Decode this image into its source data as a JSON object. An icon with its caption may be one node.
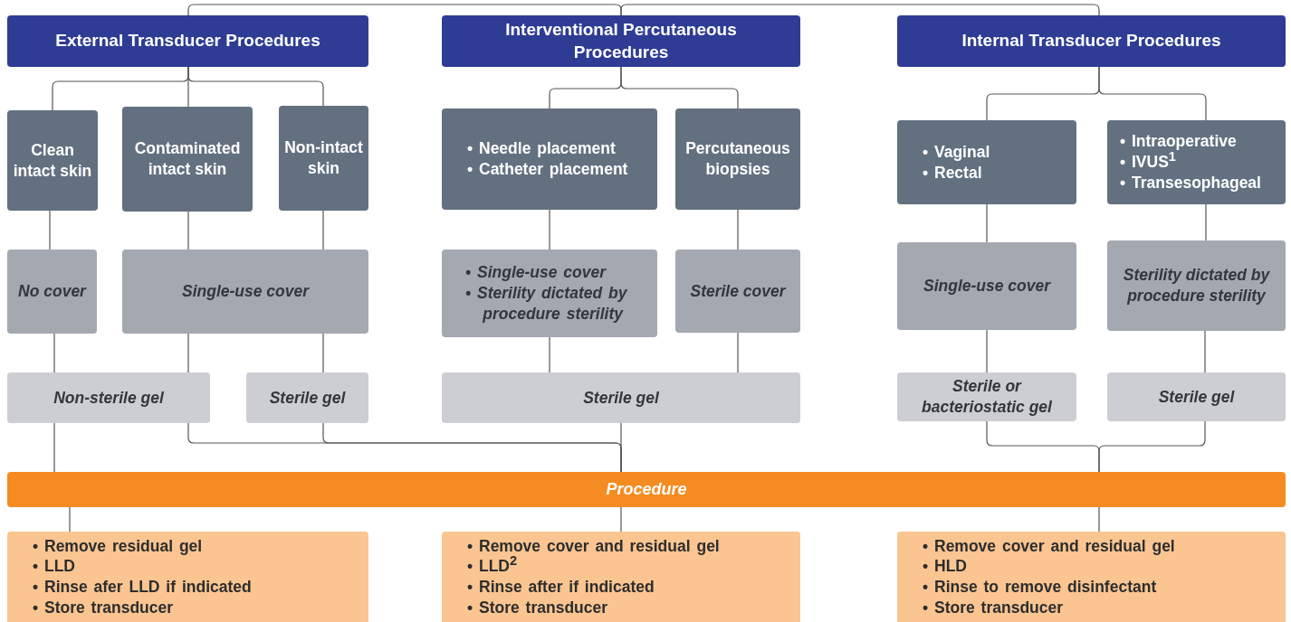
{
  "diagram": {
    "nodes": [
      {
        "text": [
          "External Transducer Procedures"
        ]
      },
      {
        "text": [
          "Interventional Percutaneous Procedures"
        ]
      },
      {
        "text": [
          "Internal Transducer Procedures"
        ]
      },
      {
        "text": [
          "Clean intact skin"
        ]
      },
      {
        "text": [
          "Contaminated intact skin"
        ]
      },
      {
        "text": [
          "Non-intact skin"
        ]
      },
      {
        "text": [
          "• Needle placement",
          "• Catheter placement"
        ]
      },
      {
        "text": [
          "Percutaneous biopsies"
        ]
      },
      {
        "text": [
          "• Vaginal",
          "• Rectal"
        ]
      },
      {
        "text": [
          "• Intraoperative",
          "• IVUS$^{1}$",
          "• Transesophageal"
        ]
      },
      {
        "text": [
          "No cover"
        ]
      },
      {
        "text": [
          "Single-use cover"
        ]
      },
      {
        "text": [
          "• Single-use cover",
          "• Sterility dictated by procedure sterility"
        ]
      },
      {
        "text": [
          "Sterile cover"
        ]
      },
      {
        "text": [
          "Single-use cover"
        ]
      },
      {
        "text": [
          "Sterility dictated by procedure sterility"
        ]
      },
      {
        "text": [
          "Non-sterile gel"
        ]
      },
      {
        "text": [
          "Sterile gel"
        ]
      },
      {
        "text": [
          "Sterile gel"
        ]
      },
      {
        "text": [
          "Sterile or bacteriostatic gel"
        ]
      },
      {
        "text": [
          "Sterile gel"
        ]
      },
      {
        "text": [
          "Procedure"
        ]
      },
      {
        "text": [
          "• Remove residual gel",
          "• LLD",
          "• Rinse afer LLD if indicated",
          "• Store transducer"
        ]
      },
      {
        "text": [
          "• Remove cover and residual gel",
          "• LLD$^{2}$",
          "• Rinse after if indicated",
          "• Store transducer"
        ]
      },
      {
        "text": [
          "• Remove cover and residual gel",
          "• HLD",
          "• Rinse to remove disinfectant",
          "• Store transducer"
        ]
      }
    ],
    "edges": [
      {
        "from": 1,
        "to": 0,
        "arrow": "none"
      },
      {
        "from": 1,
        "to": 2,
        "arrow": "none"
      },
      {
        "from": 0,
        "to": 3,
        "arrow": "none"
      },
      {
        "from": 0,
        "to": 4,
        "arrow": "none"
      },
      {
        "from": 0,
        "to": 5,
        "arrow": "none"
      },
      {
        "from": 1,
        "to": 6,
        "arrow": "none"
      },
      {
        "from": 1,
        "to": 7,
        "arrow": "none"
      },
      {
        "from": 2,
        "to": 8,
        "arrow": "none"
      },
      {
        "from": 2,
        "to": 9,
        "arrow": "none"
      },
      {
        "from": 3,
        "to": 10,
        "arrow": "none"
      },
      {
        "from": 4,
        "to": 11,
        "arrow": "none"
      },
      {
        "from": 5,
        "to": 11,
        "arrow": "none"
      },
      {
        "from": 6,
        "to": 12,
        "arrow": "none"
      },
      {
        "from": 7,
        "to": 13,
        "arrow": "none"
      },
      {
        "from": 8,
        "to": 14,
        "arrow": "none"
      },
      {
        "from": 9,
        "to": 15,
        "arrow": "none"
      },
      {
        "from": 10,
        "to": 16,
        "arrow": "none"
      },
      {
        "from": 11,
        "to": 16,
        "arrow": "none"
      },
      {
        "from": 11,
        "to": 17,
        "arrow": "none"
      },
      {
        "from": 12,
        "to": 18,
        "arrow": "none"
      },
      {
        "from": 13,
        "to": 18,
        "arrow": "none"
      },
      {
        "from": 14,
        "to": 19,
        "arrow": "none"
      },
      {
        "from": 15,
        "to": 20,
        "arrow": "none"
      },
      {
        "from": 16,
        "to": 21,
        "arrow": "none"
      },
      {
        "from": 16,
        "to": 21,
        "arrow": "none"
      },
      {
        "from": 17,
        "to": 21,
        "arrow": "none"
      },
      {
        "from": 18,
        "to": 21,
        "arrow": "none"
      },
      {
        "from": 19,
        "to": 21,
        "arrow": "none"
      },
      {
        "from": 20,
        "to": 21,
        "arrow": "none"
      },
      {
        "from": 21,
        "to": 22,
        "arrow": "none"
      },
      {
        "from": 21,
        "to": 23,
        "arrow": "none"
      },
      {
        "from": 21,
        "to": 24,
        "arrow": "none"
      }
    ]
  }
}
